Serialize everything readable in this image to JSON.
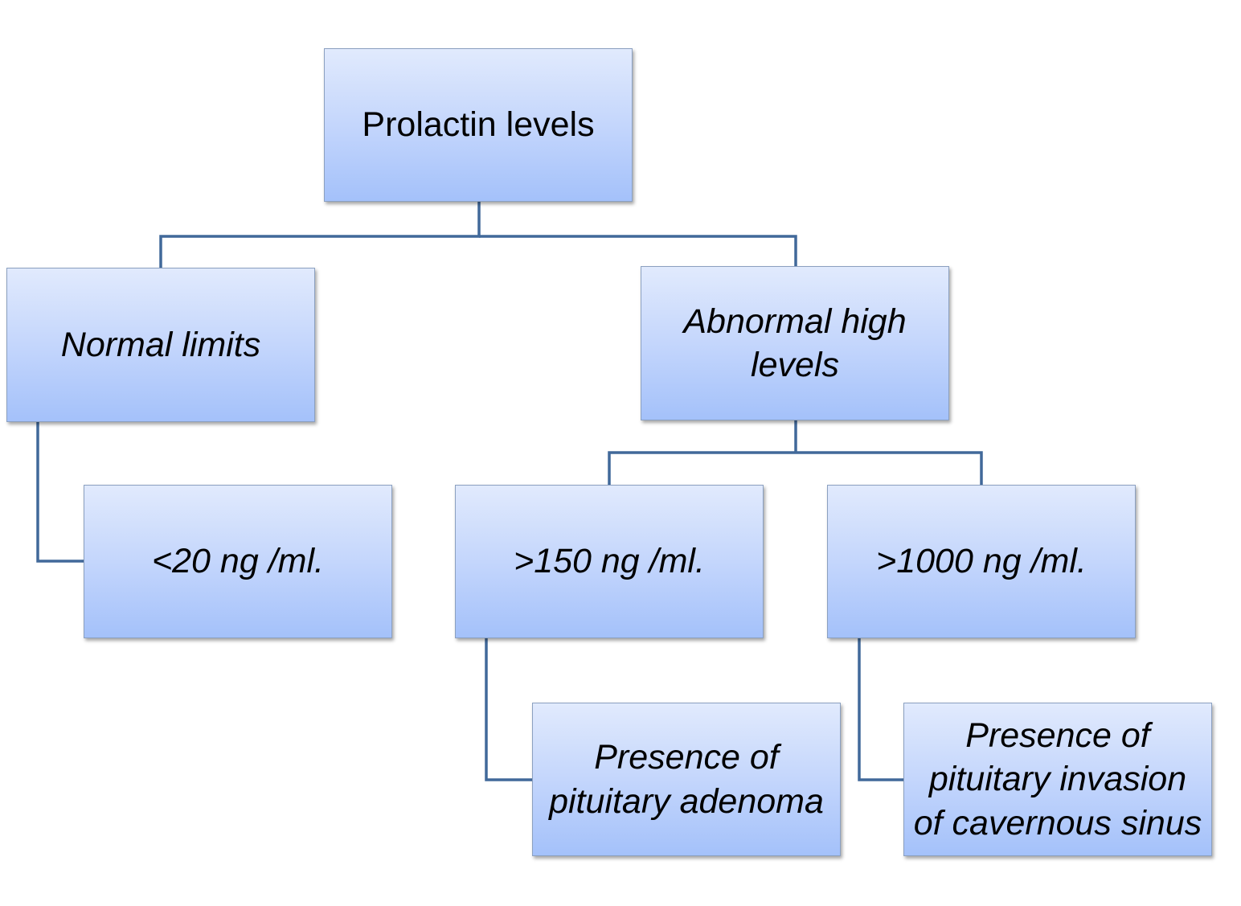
{
  "nodes": {
    "root": "Prolactin levels",
    "normal": "Normal limits",
    "high": [
      "Abnormal high",
      "levels"
    ],
    "lt20": "<20 ng /ml.",
    "gt150": ">150 ng /ml.",
    "gt1000": ">1000 ng /ml.",
    "adenoma": [
      "Presence of",
      "pituitary adenoma"
    ],
    "invasion": [
      "Presence of",
      "pituitary invasion",
      "of cavernous sinus"
    ]
  },
  "edges": [
    [
      "root",
      "normal"
    ],
    [
      "root",
      "high"
    ],
    [
      "normal",
      "lt20"
    ],
    [
      "high",
      "gt150"
    ],
    [
      "high",
      "gt1000"
    ],
    [
      "gt150",
      "adenoma"
    ],
    [
      "gt1000",
      "invasion"
    ]
  ],
  "colors": {
    "connector": "#41699a",
    "node_top": "#e1eafd",
    "node_bottom": "#a4c1fa",
    "node_border": "#8ba0c0"
  }
}
